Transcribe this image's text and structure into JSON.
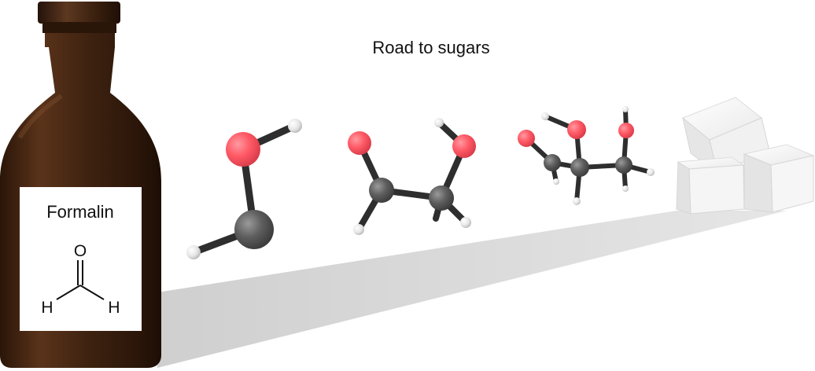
{
  "title": "Road to sugars",
  "bottle": {
    "label": "Formalin",
    "formula_atoms": {
      "o": "O",
      "h_left": "H",
      "h_right": "H"
    }
  },
  "colors": {
    "oxygen": "#ff5a66",
    "carbon": "#5a5a5a",
    "hydrogen": "#e8e8e8",
    "bond": "#333333",
    "road": "#d8d8d8",
    "bottle_glass": "#4a2a15",
    "sugar_cube": "#f4f4f4"
  },
  "stages": [
    {
      "name": "formaldehyde-dimer-molecule"
    },
    {
      "name": "glycolaldehyde-molecule"
    },
    {
      "name": "glyceraldehyde-molecule"
    },
    {
      "name": "sugar-cubes"
    }
  ]
}
